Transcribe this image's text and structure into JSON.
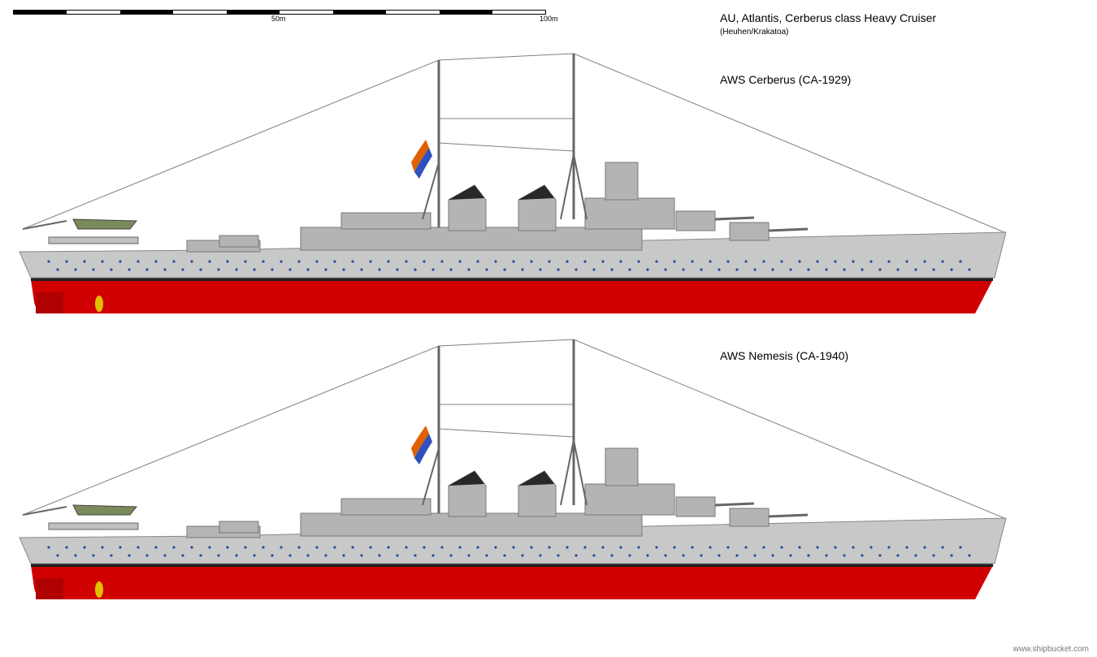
{
  "scale": {
    "label_mid": "50m",
    "label_end": "100m"
  },
  "header": {
    "title": "AU, Atlantis, Cerberus class Heavy Cruiser",
    "subtitle": "(Heuhen/Krakatoa)"
  },
  "ships": [
    {
      "name": "AWS Cerberus (CA-1929)"
    },
    {
      "name": "AWS Nemesis (CA-1940)"
    }
  ],
  "credit": "www.shipbucket.com",
  "colors": {
    "hull_upper": "#c8c8c8",
    "hull_lower": "#d00000",
    "boot_top": "#202020",
    "superstructure": "#b4b4b4",
    "funnel_cap": "#282828",
    "porthole": "#1f4fa0",
    "rigging": "#808080"
  }
}
